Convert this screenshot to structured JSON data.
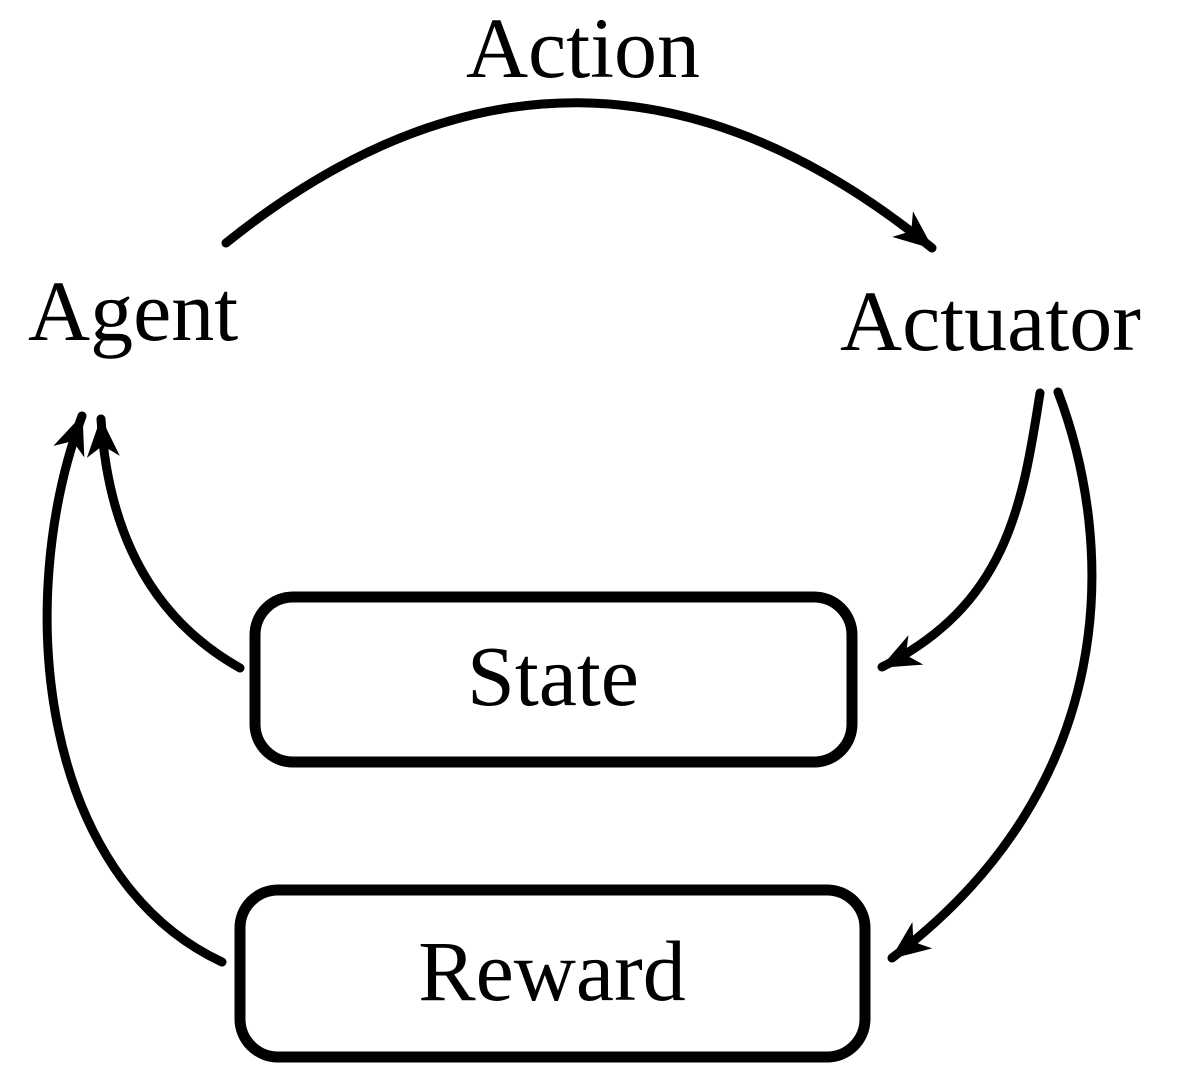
{
  "diagram": {
    "type": "flow-diagram",
    "topic": "agent-environment loop",
    "nodes": {
      "agent": {
        "label": "Agent",
        "shape": "text"
      },
      "actuator": {
        "label": "Actuator",
        "shape": "text"
      },
      "state": {
        "label": "State",
        "shape": "rounded-box"
      },
      "reward": {
        "label": "Reward",
        "shape": "rounded-box"
      }
    },
    "edges": [
      {
        "from": "agent",
        "to": "actuator",
        "label": "Action"
      },
      {
        "from": "actuator",
        "to": "state",
        "label": ""
      },
      {
        "from": "actuator",
        "to": "reward",
        "label": ""
      },
      {
        "from": "state",
        "to": "agent",
        "label": ""
      },
      {
        "from": "reward",
        "to": "agent",
        "label": ""
      }
    ],
    "colors": {
      "line": "#000000",
      "background": "#ffffff",
      "box_fill": "#ffffff"
    }
  }
}
